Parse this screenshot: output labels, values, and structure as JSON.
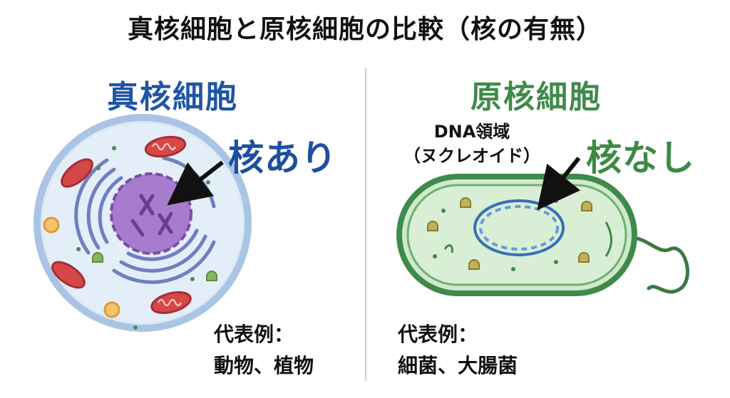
{
  "title": "真核細胞と原核細胞の比較（核の有無）",
  "eukaryote": {
    "heading": "真核細胞",
    "nucleus_label": "核あり",
    "examples_title": "代表例：",
    "examples_text": "動物、植物"
  },
  "prokaryote": {
    "heading": "原核細胞",
    "nucleus_label": "核なし",
    "dna_label_line1": "DNA領域",
    "dna_label_line2": "（ヌクレオイド）",
    "examples_title": "代表例：",
    "examples_text": "細菌、大腸菌"
  },
  "colors": {
    "eukaryote_heading": "#1f55a4",
    "eukaryote_label": "#1f4fa0",
    "prokaryote_heading": "#3f8a4a",
    "prokaryote_label": "#3e8a45",
    "cell_membrane": "#b7cde8",
    "cytoplasm": "#dfeaf7",
    "nucleus": "#9b6bc4",
    "mitochondria": "#d5484a",
    "bacterium_wall": "#5aa05b",
    "bacterium_fill": "#cfe9cc",
    "dna": "#3a6fb5"
  }
}
